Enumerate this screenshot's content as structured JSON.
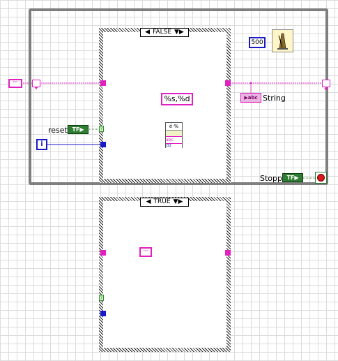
{
  "while_loop": {
    "false_case": {
      "selector_label": "FALSE"
    },
    "true_case": {
      "selector_label": "TRUE"
    },
    "timer": {
      "value": "500"
    },
    "format_constant": {
      "value": "%s,%d"
    },
    "string_indicator": {
      "badge": "abc",
      "label": "String"
    },
    "reset_control": {
      "label": "reset",
      "badge": "TF"
    },
    "stop_control": {
      "label": "Stopp",
      "badge": "TF"
    },
    "iteration_terminal": {
      "label": "i"
    },
    "empty_string_constant": {
      "value": "\"\""
    },
    "format_node": {
      "top": "é·%",
      "bottom": "abc"
    }
  },
  "colors": {
    "string_wire": "#e020c0",
    "int_wire": "#1a1ac8",
    "bool_wire": "#2e7d32"
  }
}
